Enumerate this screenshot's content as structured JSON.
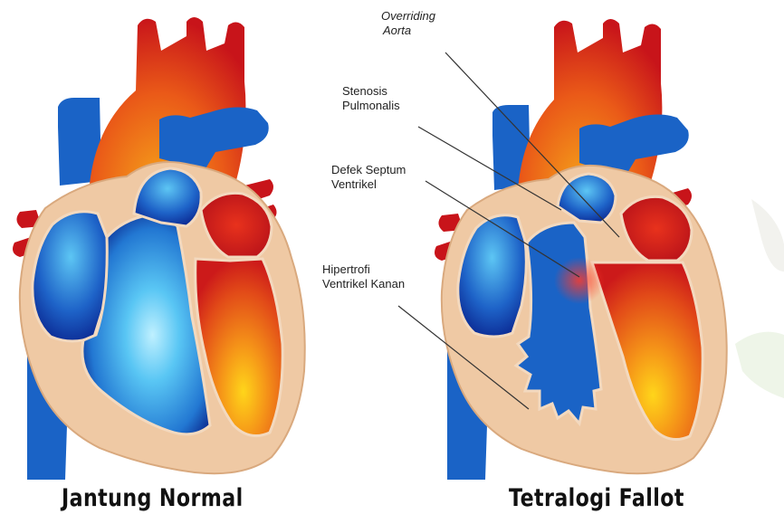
{
  "captions": {
    "normal": "Jantung Normal",
    "tof": "Tetralogi Fallot"
  },
  "labels": {
    "overriding": [
      "Overriding",
      "Aorta"
    ],
    "stenosis": [
      "Stenosis",
      "Pulmonalis"
    ],
    "defek": [
      "Defek Septum",
      "Ventrikel"
    ],
    "hipertrofi": [
      "Hipertrofi",
      "Ventrikel Kanan"
    ]
  },
  "colors": {
    "muscle": "#efc9a4",
    "muscle_edge": "#d9a97e",
    "oxygenated": "#d81e1e",
    "deoxygenated": "#1a63c6",
    "light_blue": "#5fc4f2",
    "orange": "#f39a1b",
    "yellow": "#ffd21a"
  }
}
